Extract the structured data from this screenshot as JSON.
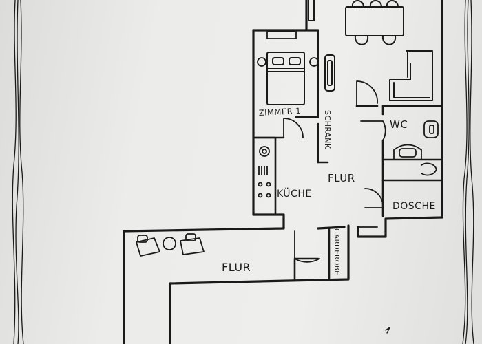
{
  "plan": {
    "labels": {
      "zimmer": "ZIMMER 1",
      "schrank": "SCHRANK",
      "wc": "WC",
      "flur_upper": "FLUR",
      "kueche": "KÜCHE",
      "dusche": "DOSCHE",
      "garderobe": "GARDEROBE",
      "flur_lower": "FLUR"
    },
    "ink_color": "#1a1a1a",
    "paper_color": "#ececea"
  }
}
